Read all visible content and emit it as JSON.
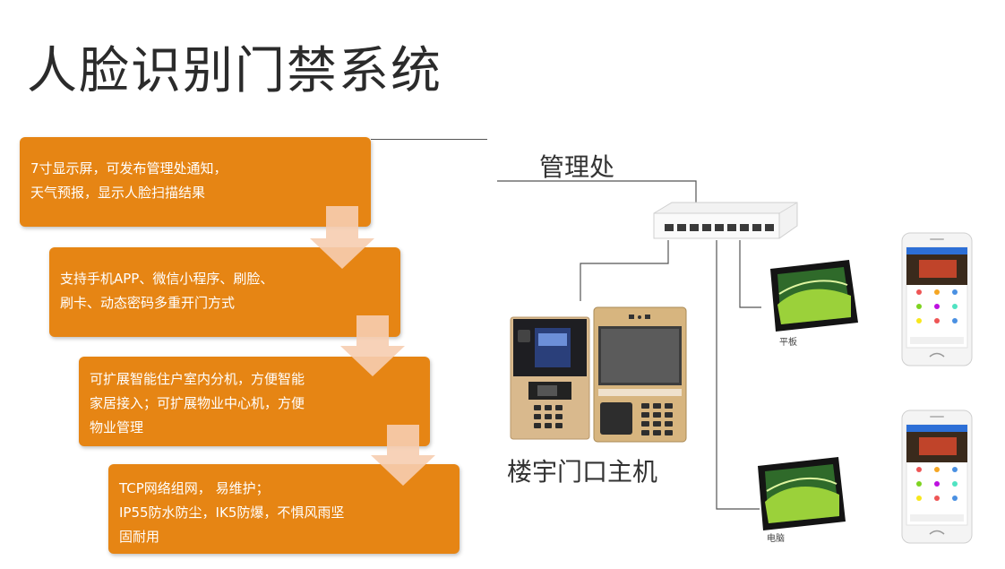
{
  "title": "人脸识别门禁系统",
  "features": [
    {
      "lines": [
        "7寸显示屏，可发布管理处通知，",
        "天气预报，显示人脸扫描结果"
      ]
    },
    {
      "lines": [
        "支持手机APP、微信小程序、刷脸、",
        "刷卡、动态密码多重开门方式"
      ]
    },
    {
      "lines": [
        "可扩展智能住户室内分机，方便智能",
        "家居接入；可扩展物业中心机，方便",
        "物业管理"
      ]
    },
    {
      "lines": [
        "TCP网络组网，  易维护；",
        "IP55防水防尘，IK5防爆，不惧风雨坚",
        "固耐用"
      ]
    }
  ],
  "diagram": {
    "management_label": "管理处",
    "host_label": "楼宇门口主机",
    "tablet_label": "平板",
    "pc_label": "电脑"
  },
  "colors": {
    "feature_box": "#e68514",
    "arrow": "#f6cdb0",
    "line": "#555555"
  }
}
